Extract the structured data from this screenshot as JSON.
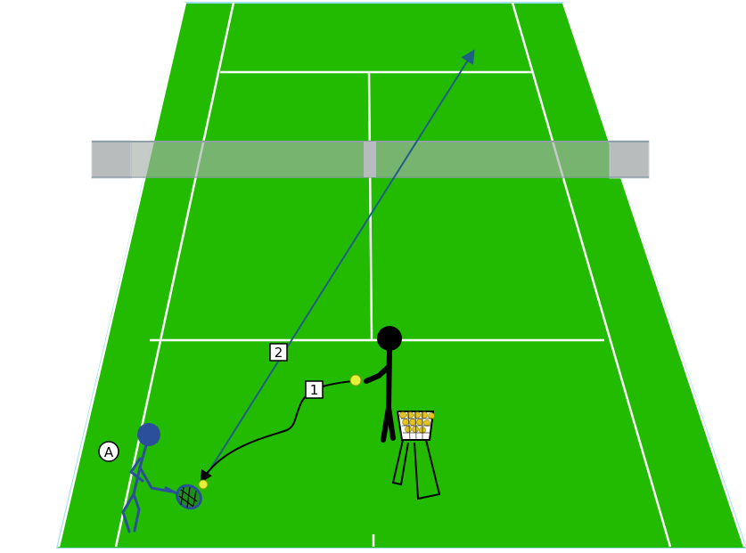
{
  "labels": {
    "player": "A",
    "shot_1": "1",
    "shot_2": "2"
  },
  "colors": {
    "court": "#22bb00",
    "court_edge": "#7fd3f0",
    "lines": "#ffffff",
    "net": "#a6adab",
    "net_post": "#b8bcbd",
    "player_a": "#2b4f9a",
    "coach": "#000000",
    "ball": "#e4f03a",
    "arrow_2": "#1f5f86"
  },
  "icons": [
    "player-a-icon",
    "coach-icon",
    "ball-basket-icon",
    "tennis-racket-icon",
    "tennis-ball-icon"
  ]
}
